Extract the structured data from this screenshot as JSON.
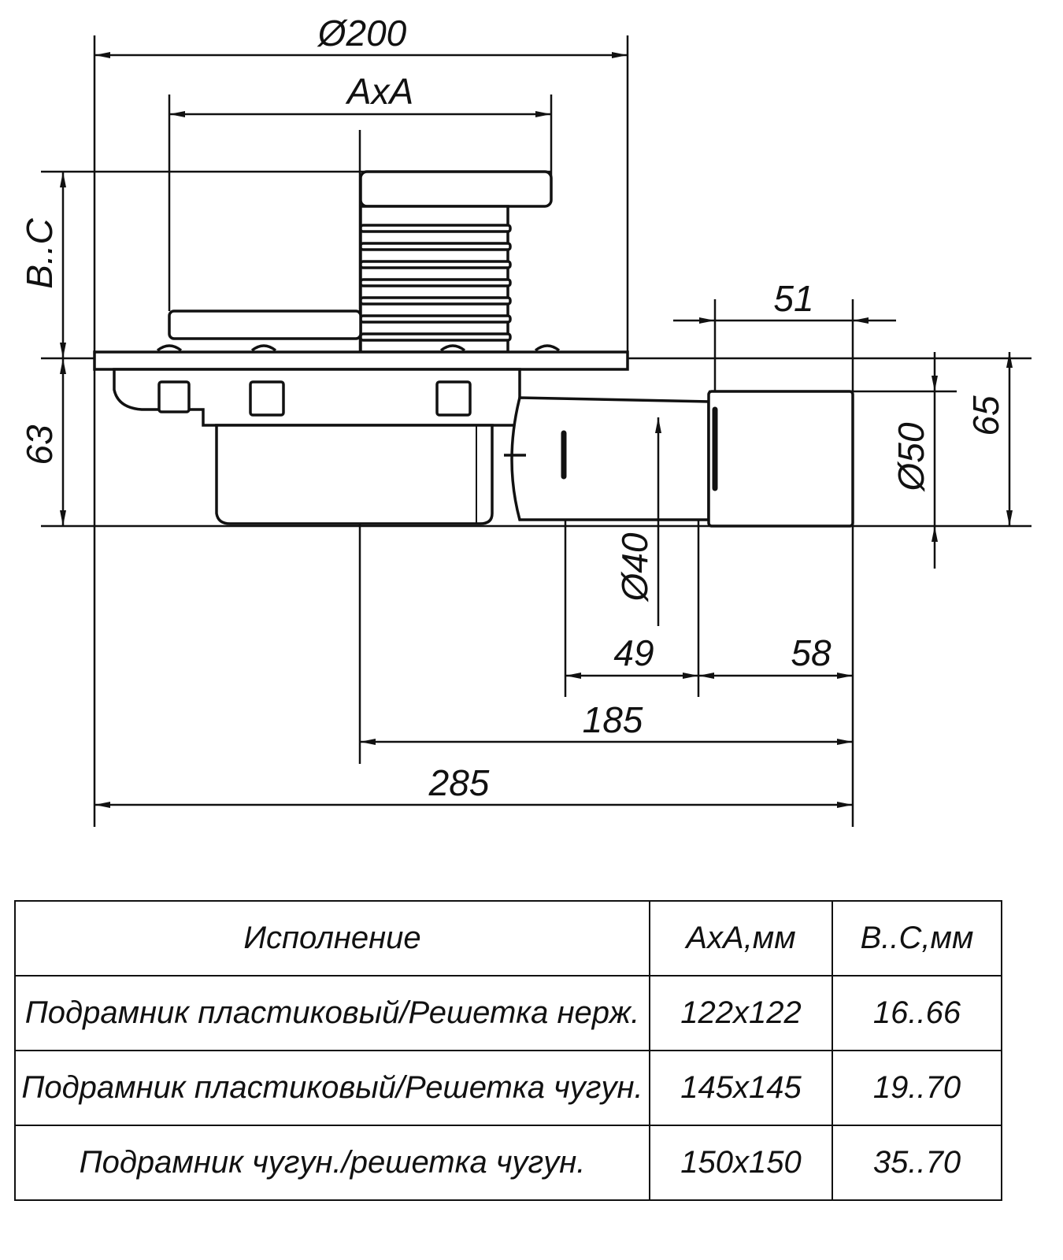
{
  "drawing": {
    "dimensions": {
      "outer_diameter": "Ø200",
      "grate_size": "AxA",
      "height_range": "B..C",
      "body_height": "63",
      "socket_length": "51",
      "outlet_height": "65",
      "outlet_diameter": "Ø50",
      "inner_diameter": "Ø40",
      "pipe_length_49": "49",
      "pipe_length_58": "58",
      "offset_185": "185",
      "total_length": "285"
    }
  },
  "table": {
    "headers": [
      "Исполнение",
      "AxA,мм",
      "B..C,мм"
    ],
    "rows": [
      [
        "Подрамник пластиковый/Решетка нерж.",
        "122x122",
        "16..66"
      ],
      [
        "Подрамник пластиковый/Решетка чугун.",
        "145x145",
        "19..70"
      ],
      [
        "Подрамник чугун./решетка чугун.",
        "150x150",
        "35..70"
      ]
    ]
  }
}
